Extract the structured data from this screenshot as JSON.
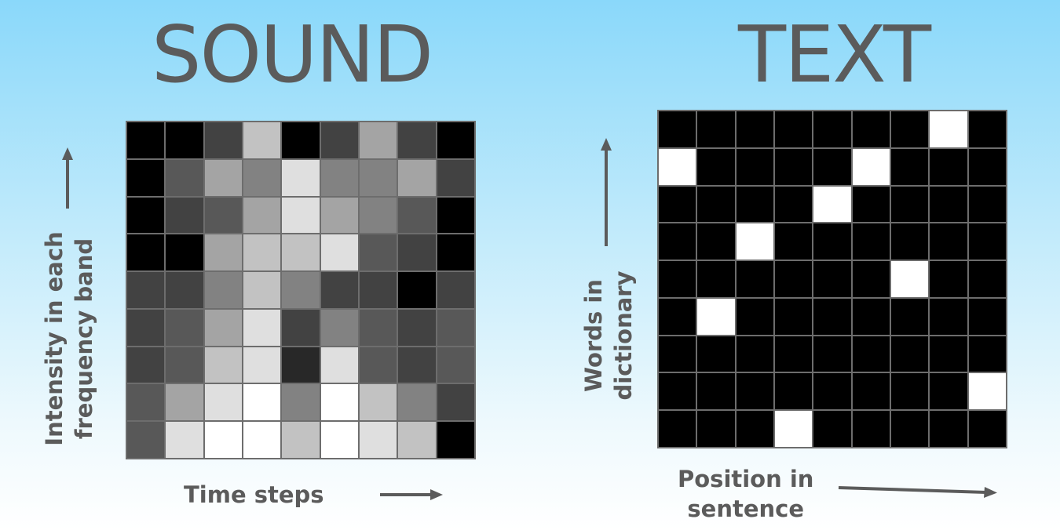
{
  "sound": {
    "title": "SOUND",
    "y_label_line1": "Intensity in each",
    "y_label_line2": "frequency band",
    "x_label": "Time steps",
    "grid_gray_levels": [
      [
        0,
        0,
        66,
        194,
        0,
        66,
        164,
        66,
        0
      ],
      [
        0,
        88,
        164,
        130,
        223,
        130,
        130,
        164,
        66
      ],
      [
        0,
        66,
        88,
        164,
        223,
        164,
        130,
        88,
        0
      ],
      [
        0,
        0,
        164,
        194,
        194,
        223,
        88,
        66,
        0
      ],
      [
        66,
        66,
        130,
        194,
        130,
        66,
        66,
        0,
        66
      ],
      [
        66,
        88,
        164,
        223,
        66,
        130,
        88,
        66,
        88
      ],
      [
        66,
        88,
        194,
        223,
        40,
        223,
        88,
        66,
        88
      ],
      [
        88,
        164,
        223,
        255,
        130,
        255,
        194,
        130,
        66
      ],
      [
        88,
        223,
        255,
        255,
        194,
        255,
        223,
        194,
        0
      ]
    ]
  },
  "text": {
    "title": "TEXT",
    "y_label_line1": "Words in",
    "y_label_line2": "dictionary",
    "x_label_line1": "Position in",
    "x_label_line2": "sentence",
    "white_cells": [
      [
        0,
        7
      ],
      [
        1,
        0
      ],
      [
        1,
        5
      ],
      [
        2,
        4
      ],
      [
        3,
        2
      ],
      [
        4,
        6
      ],
      [
        5,
        1
      ],
      [
        7,
        8
      ],
      [
        8,
        3
      ]
    ]
  }
}
